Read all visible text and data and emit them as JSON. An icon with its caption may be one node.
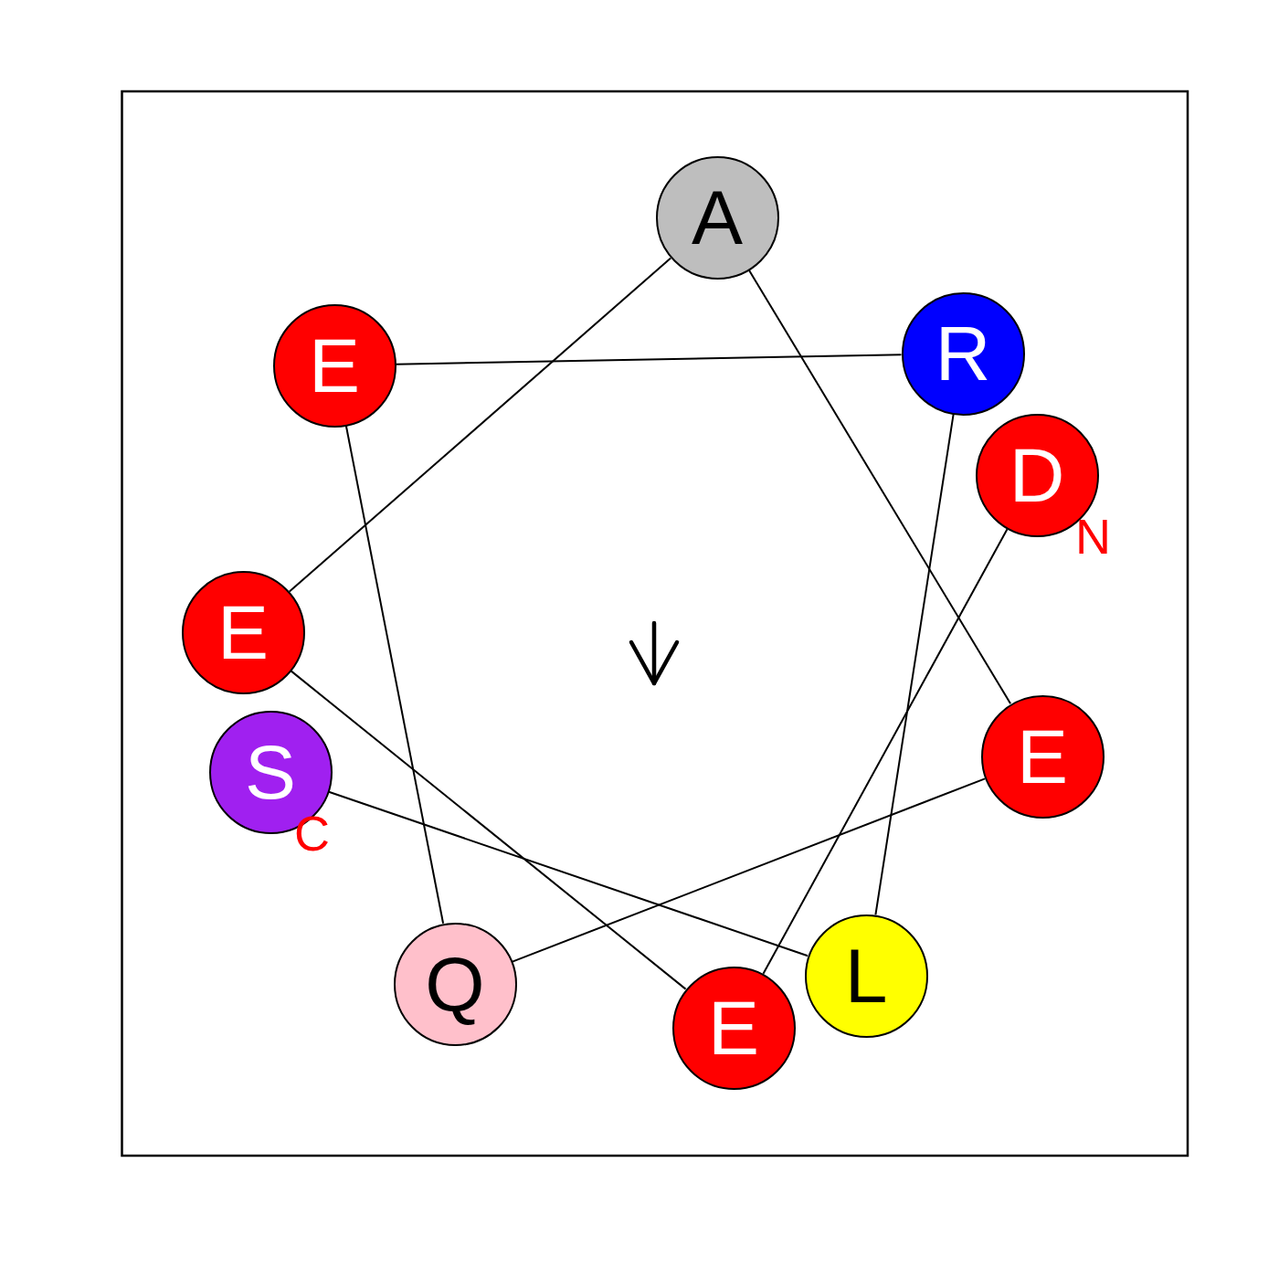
{
  "diagram": {
    "nodes": [
      {
        "text": [
          "A"
        ]
      },
      {
        "text": [
          "E"
        ]
      },
      {
        "text": [
          "R"
        ]
      },
      {
        "text": [
          "D"
        ],
        "beside": [
          "N"
        ]
      },
      {
        "text": [
          "E"
        ]
      },
      {
        "text": [
          "S"
        ],
        "beside": [
          "C"
        ]
      },
      {
        "text": [
          "E"
        ]
      },
      {
        "text": [
          "Q"
        ]
      },
      {
        "text": [
          "E"
        ]
      },
      {
        "text": [
          "L"
        ]
      }
    ],
    "edges": [
      {
        "from": 3,
        "to": 8,
        "arrow": "none"
      },
      {
        "from": 8,
        "to": 4,
        "arrow": "none"
      },
      {
        "from": 4,
        "to": 0,
        "arrow": "none"
      },
      {
        "from": 0,
        "to": 6,
        "arrow": "none"
      },
      {
        "from": 6,
        "to": 7,
        "arrow": "none"
      },
      {
        "from": 7,
        "to": 1,
        "arrow": "none"
      },
      {
        "from": 1,
        "to": 2,
        "arrow": "none"
      },
      {
        "from": 2,
        "to": 9,
        "arrow": "none"
      },
      {
        "from": 9,
        "to": 5,
        "arrow": "none"
      }
    ]
  }
}
